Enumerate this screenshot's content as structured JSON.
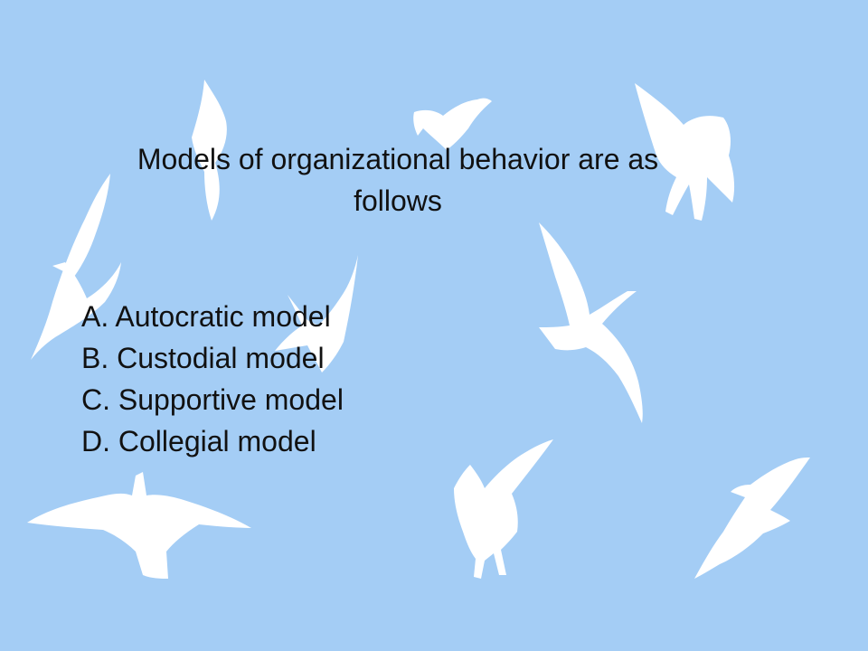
{
  "slide": {
    "title_lines": [
      "Models of organizational behavior are as",
      "follows"
    ],
    "items": [
      "A. Autocratic model",
      "B. Custodial model",
      "C. Supportive model",
      "D. Collegial model"
    ]
  },
  "colors": {
    "background": "#a4cdf5",
    "bird": "#ffffff",
    "text": "#111111"
  }
}
